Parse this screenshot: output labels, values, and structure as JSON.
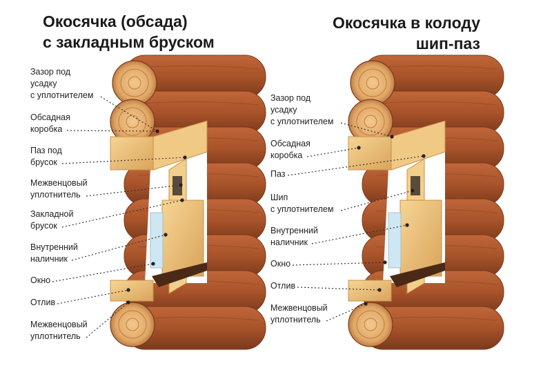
{
  "left": {
    "title_line1": "Окосячка (обсада)",
    "title_line2": "с закладным бруском",
    "labels": [
      [
        "Зазор под",
        "усадку",
        "с уплотнителем"
      ],
      [
        "Обсадная",
        "коробка"
      ],
      [
        "Паз под",
        "брусок"
      ],
      [
        "Межвенцовый",
        "уплотнитель"
      ],
      [
        "Закладной",
        "брусок"
      ],
      [
        "Внутренний",
        "наличник"
      ],
      [
        "Окно"
      ],
      [
        "Отлив"
      ],
      [
        "Межвенцовый",
        "уплотнитель"
      ]
    ]
  },
  "right": {
    "title_line1": "Окосячка в колоду",
    "title_line2": "шип-паз",
    "labels": [
      [
        "Зазор под",
        "усадку",
        "с уплотнителем"
      ],
      [
        "Обсадная",
        "коробка"
      ],
      [
        "Паз"
      ],
      [
        "Шип",
        "с уплотнителем"
      ],
      [
        "Внутренний",
        "наличник"
      ],
      [
        "Окно"
      ],
      [
        "Отлив"
      ],
      [
        "Межвенцовый",
        "уплотнитель"
      ]
    ]
  },
  "colors": {
    "log": "#a8532a",
    "log_dark": "#7a3a1c",
    "log_end": "#e0a766",
    "timber": "#ecc27a",
    "timber_dark": "#c99048",
    "seal": "#5a4a3a",
    "sill": "#4a2a16",
    "glass": "#cfe7f2",
    "leader": "#333333"
  }
}
